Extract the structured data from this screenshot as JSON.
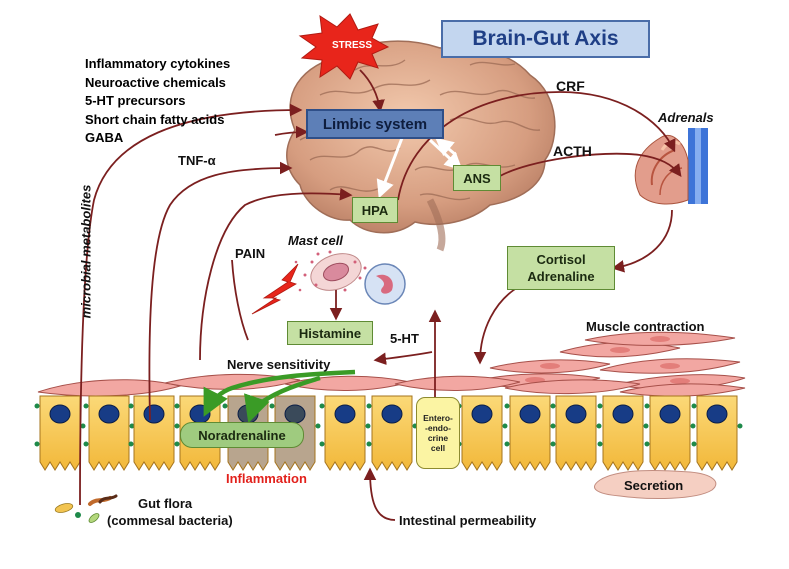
{
  "title": "Brain-Gut Axis",
  "stress": "STRESS",
  "metabolites": [
    "Inflammatory cytokines",
    "Neuroactive chemicals",
    "5-HT precursors",
    "Short chain fatty acids",
    "GABA"
  ],
  "microbial_metabolites": "microbial metabolites",
  "tnf": "TNF-α",
  "limbic_system": "Limbic system",
  "hpa": "HPA",
  "ans": "ANS",
  "crf": "CRF",
  "acth": "ACTH",
  "adrenals": "Adrenals",
  "pain": "PAIN",
  "mast_cell": "Mast cell",
  "histamine": "Histamine",
  "five_ht": "5-HT",
  "cortisol": "Cortisol",
  "adrenaline": "Adrenaline",
  "muscle_contraction": "Muscle contraction",
  "nerve_sensitivity": "Nerve sensitivity",
  "noradrenaline": "Noradrenaline",
  "entero_cell_lines": [
    "Entero-",
    "-endo-",
    "crine",
    "cell"
  ],
  "inflammation": "Inflammation",
  "secretion": "Secretion",
  "gut_flora": "Gut flora",
  "commensal": "(commesal bacteria)",
  "intestinal_permeability": "Intestinal permeability",
  "colors": {
    "arrow": "#7b1f1f",
    "title_text": "#1f3f86",
    "green_box": "#c5e0a3",
    "blue_box": "#5d7fb7",
    "stress_burst": "#e8251b",
    "inflammation_text": "#e2211c",
    "enterocyte": "#f7c64b",
    "nucleus": "#173c86",
    "muscle_cell": "#f2a7a2",
    "green_nerve": "#3a9b26"
  }
}
